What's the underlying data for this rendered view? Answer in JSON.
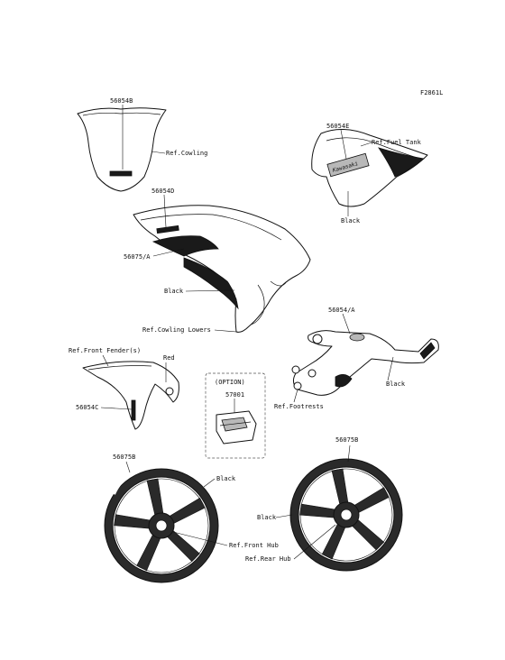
{
  "figure_code": "F2861L",
  "labels": {
    "p56054B": "56054B",
    "ref_cowling": "Ref.Cowling",
    "p56054E": "56054E",
    "ref_fuel_tank": "Ref.Fuel Tank",
    "black_tank": "Black",
    "p56054D": "56054D",
    "p56075A": "56075/A",
    "black_cowl": "Black",
    "ref_cowling_lowers": "Ref.Cowling Lowers",
    "p56054A": "56054/A",
    "black_bracket": "Black",
    "ref_footrests": "Ref.Footrests",
    "ref_front_fender": "Ref.Front Fender(s)",
    "red": "Red",
    "p56054C": "56054C",
    "option": "(OPTION)",
    "p57001": "57001",
    "p56075B_front": "56075B",
    "black_front_wheel": "Black",
    "ref_front_hub": "Ref.Front Hub",
    "p56075B_rear": "56075B",
    "black_rear_wheel": "Black",
    "ref_rear_hub": "Ref.Rear Hub"
  },
  "decals": {
    "brand": "Kawasaki"
  }
}
